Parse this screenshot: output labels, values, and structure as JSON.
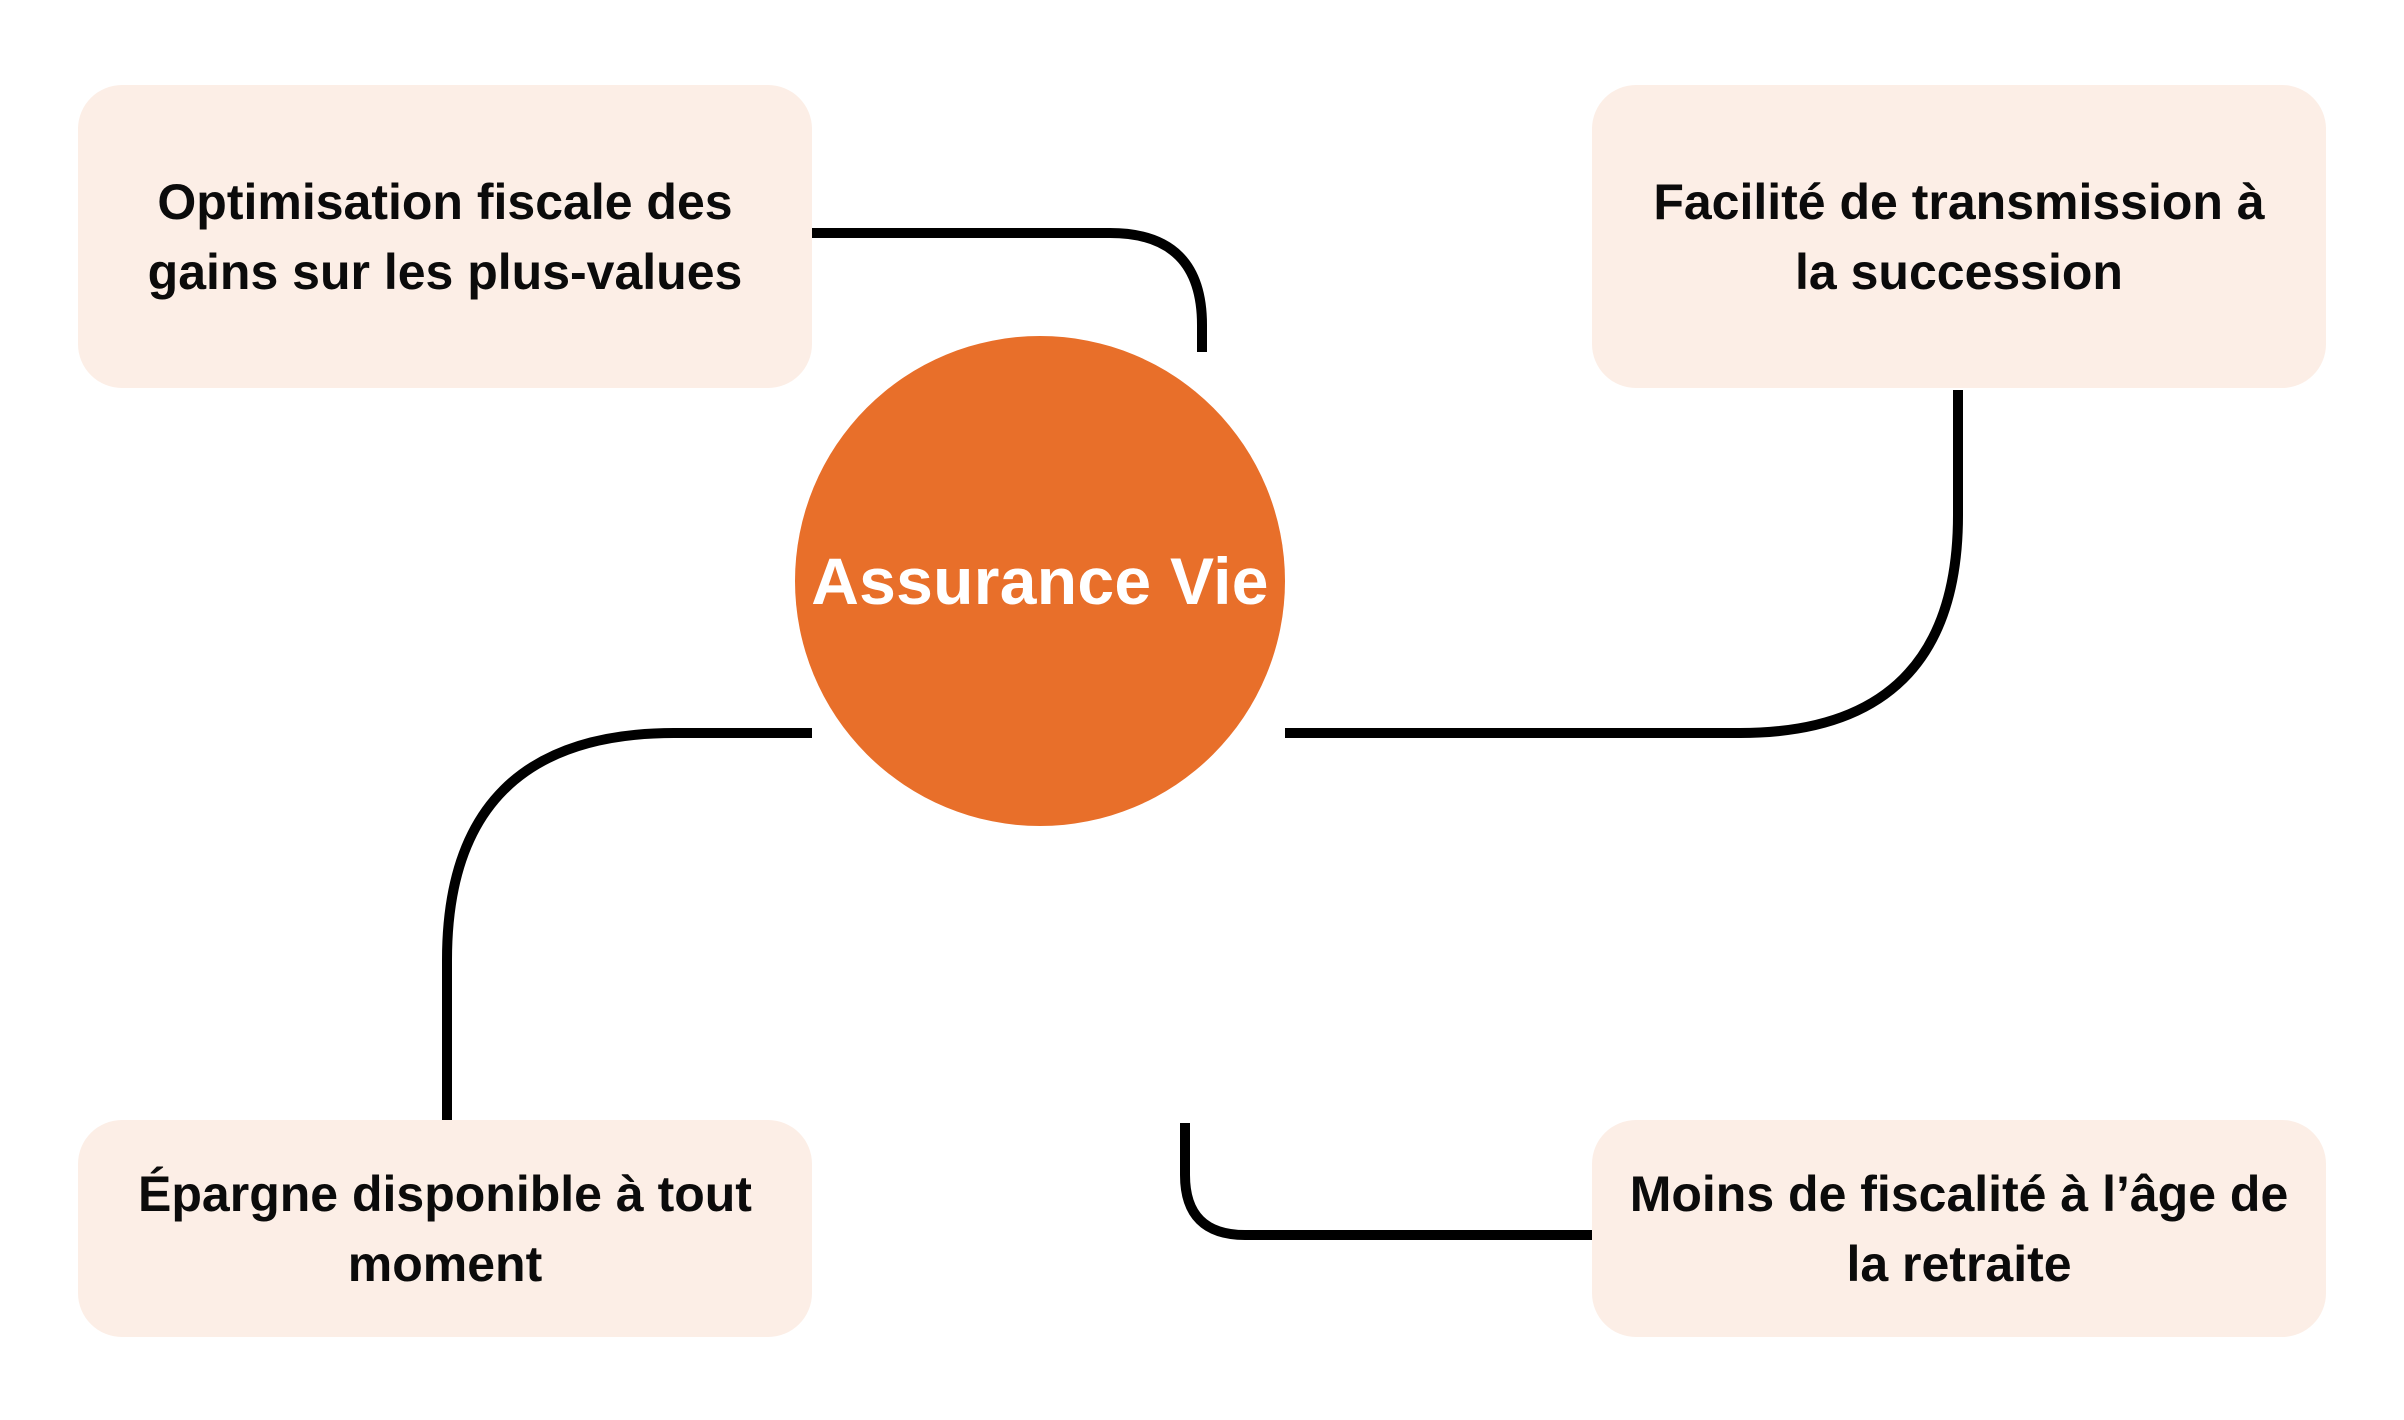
{
  "diagram": {
    "title": "Assurance Vie",
    "type": "hub-and-spoke mind map",
    "background_color": "#FFFFFF",
    "hub": {
      "label": "Assurance Vie",
      "shape": "circle",
      "fill_color": "#E86F2A",
      "text_color": "#FFFFFF"
    },
    "card_style": {
      "fill_color": "#FCEEE6",
      "text_color": "#0B0B0B",
      "corner_radius": "44px"
    },
    "connector_style": {
      "color": "#000000",
      "stroke_width": "10px",
      "shape": "rounded elbow"
    },
    "cards": [
      {
        "id": "optimisation-fiscale",
        "label": "Optimisation fiscale des gains sur les plus-values",
        "position": "top-left"
      },
      {
        "id": "facilite-transmission",
        "label": "Facilité de transmission à la succession",
        "position": "top-right"
      },
      {
        "id": "epargne-disponible",
        "label": "Épargne disponible à tout moment",
        "position": "bottom-left"
      },
      {
        "id": "moins-fiscalite-retraite",
        "label": "Moins de fiscalité à l’âge de la retraite",
        "position": "bottom-right"
      }
    ]
  }
}
